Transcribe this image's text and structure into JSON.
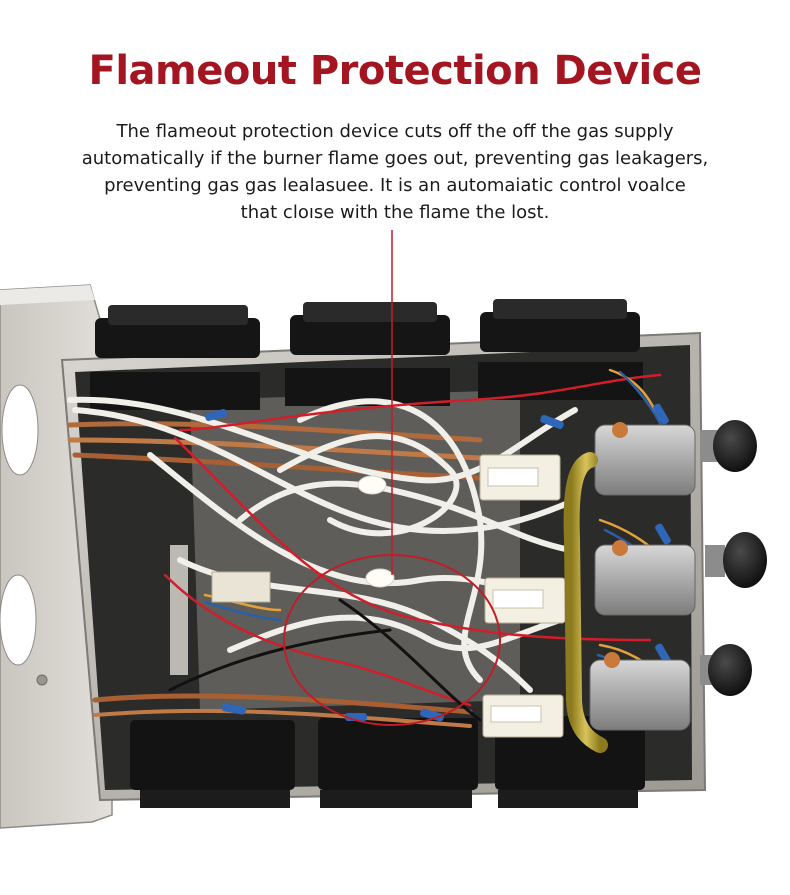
{
  "title": "Flameout Protection Device",
  "description_lines": [
    "The flameout protection device cuts off the off the gas supply",
    "automatically if the burner flame goes out, preventing gas leakagers,",
    "preventing gas gas lealasuee. It is an automaiatic control voalce",
    "that cloıse with the flame the lost."
  ],
  "colors": {
    "title": "#a31621",
    "callout": "#c01d28",
    "text": "#1b1b1b"
  },
  "icons": [
    "control-knob",
    "solenoid-valve",
    "brass-gas-pipe",
    "callout-circle"
  ]
}
